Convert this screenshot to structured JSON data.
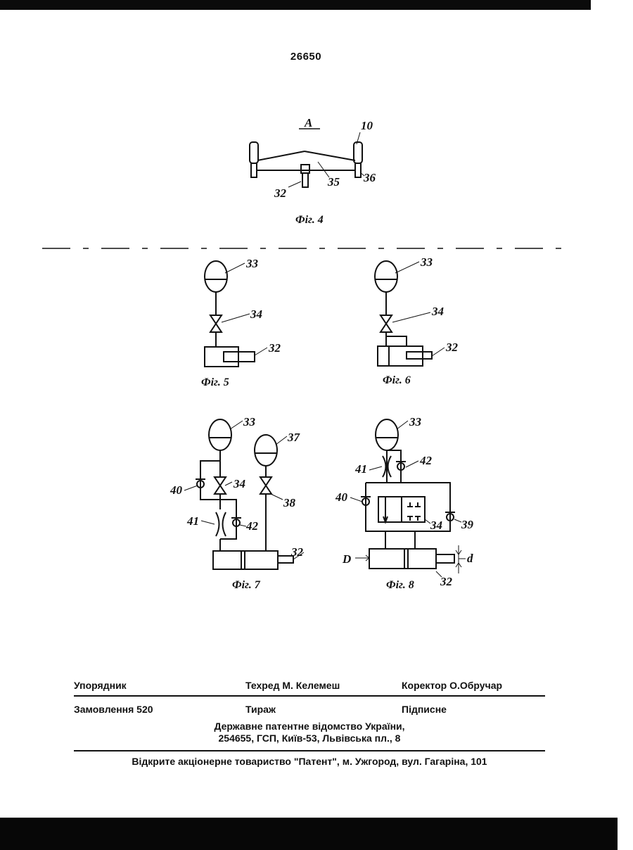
{
  "header": {
    "page_number": "26650"
  },
  "figures": {
    "fig4": {
      "view_label": "A",
      "caption": "Фіг. 4",
      "labels": [
        "10",
        "35",
        "36",
        "32"
      ]
    },
    "fig5": {
      "caption": "Фіг. 5",
      "labels": [
        "33",
        "34",
        "32"
      ]
    },
    "fig6": {
      "caption": "Фіг. 6",
      "labels": [
        "33",
        "34",
        "32"
      ]
    },
    "fig7": {
      "caption": "Фіг. 7",
      "labels": [
        "33",
        "37",
        "40",
        "34",
        "38",
        "41",
        "42",
        "32"
      ]
    },
    "fig8": {
      "caption": "Фіг. 8",
      "labels": [
        "33",
        "41",
        "42",
        "40",
        "34",
        "39",
        "D",
        "d",
        "32"
      ]
    }
  },
  "imprint": {
    "compiler": "Упорядник",
    "tech_editor": "Техред М. Келемеш",
    "proofreader": "Коректор О.Обручар",
    "order": "Замовлення 520",
    "circulation": "Тираж",
    "subscription": "Підписне",
    "office_line1": "Державне патентне відомство України,",
    "office_line2": "254655, ГСП, Київ-53, Львівська пл., 8",
    "company": "Відкрите акціонерне товариство \"Патент\", м. Ужгород, вул. Гагаріна, 101"
  }
}
